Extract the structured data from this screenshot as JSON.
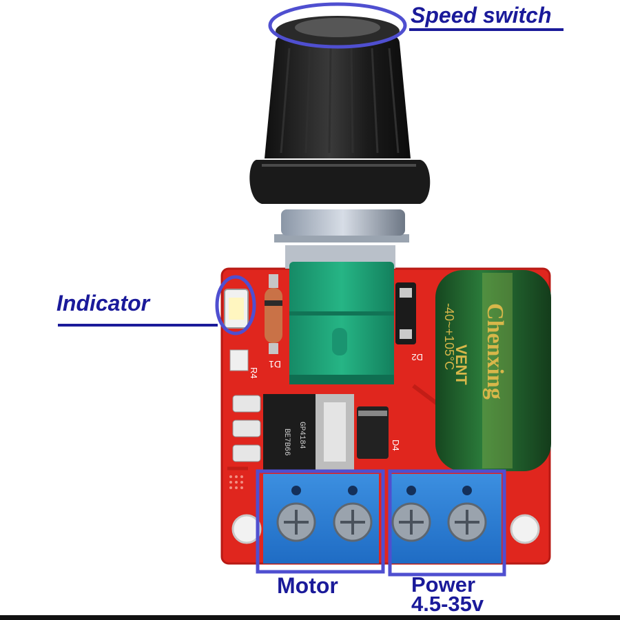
{
  "annotations": {
    "speed_switch": "Speed switch",
    "indicator": "Indicator",
    "motor": "Motor",
    "power_line1": "Power",
    "power_line2": "4.5-35v"
  },
  "board_markings": {
    "capacitor_brand": "Chenxing",
    "capacitor_vent": "VENT",
    "capacitor_temp": "-40~+105°C",
    "mosfet_text1": "GP4184",
    "mosfet_text2": "BE7B66",
    "d1": "D1",
    "d2": "D2",
    "d4": "D4",
    "r4": "R4"
  },
  "colors": {
    "pcb": "#e0261e",
    "annotation": "#1a1a9a",
    "terminal": "#2a7fd6",
    "capacitor": "#1f5d2e",
    "potentiometer": "#1fa57a",
    "knob": "#1c1c1c"
  }
}
